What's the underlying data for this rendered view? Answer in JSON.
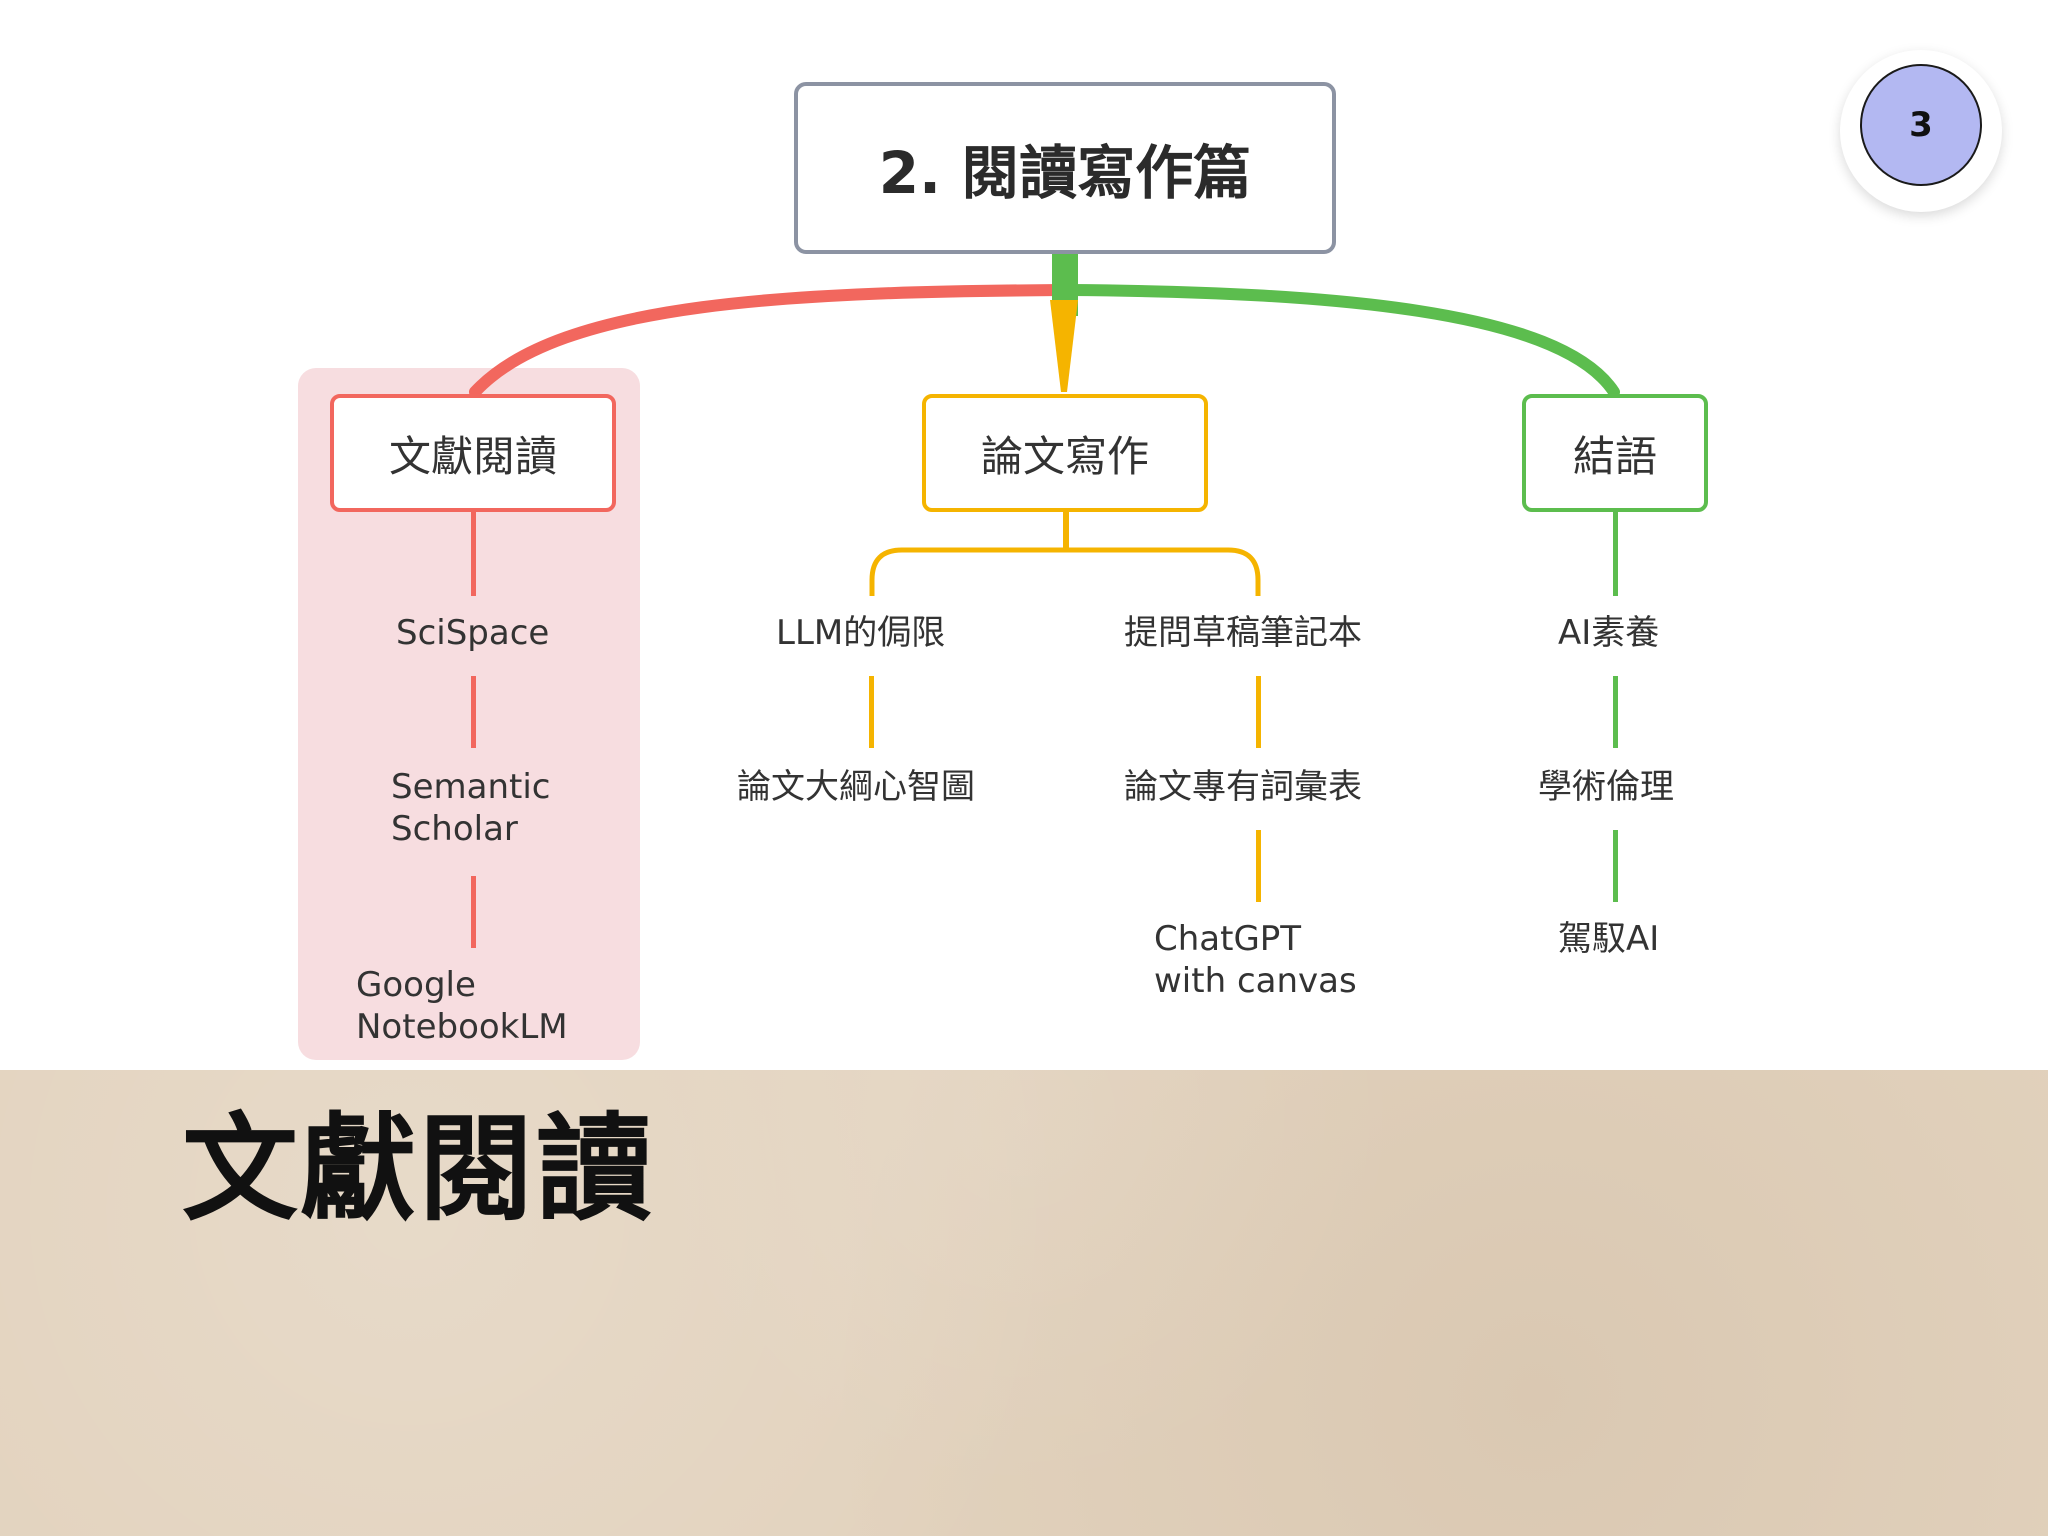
{
  "page_number": "3",
  "mindmap": {
    "root": "2. 閱讀寫作篇",
    "branches": [
      {
        "label": "文獻閱讀",
        "color": "#f2675e",
        "highlighted": true,
        "children": [
          "SciSpace",
          "Semantic\nScholar",
          "Google\nNotebookLM"
        ]
      },
      {
        "label": "論文寫作",
        "color": "#f5b400",
        "children": [
          {
            "label": "LLM的侷限",
            "children": [
              "論文大綱心智圖"
            ]
          },
          {
            "label": "提問草稿筆記本",
            "children": [
              "論文專有詞彙表",
              "ChatGPT\nwith canvas"
            ]
          }
        ]
      },
      {
        "label": "結語",
        "color": "#5cbd4e",
        "children": [
          "AI素養",
          "學術倫理",
          "駕馭AI"
        ]
      }
    ]
  },
  "section_title": "文獻閱讀",
  "colors": {
    "root_border": "#8c93a3",
    "highlight_fill": "#f7dde0",
    "paper": "#e2d2bd",
    "badge": "#b3b8f2"
  }
}
